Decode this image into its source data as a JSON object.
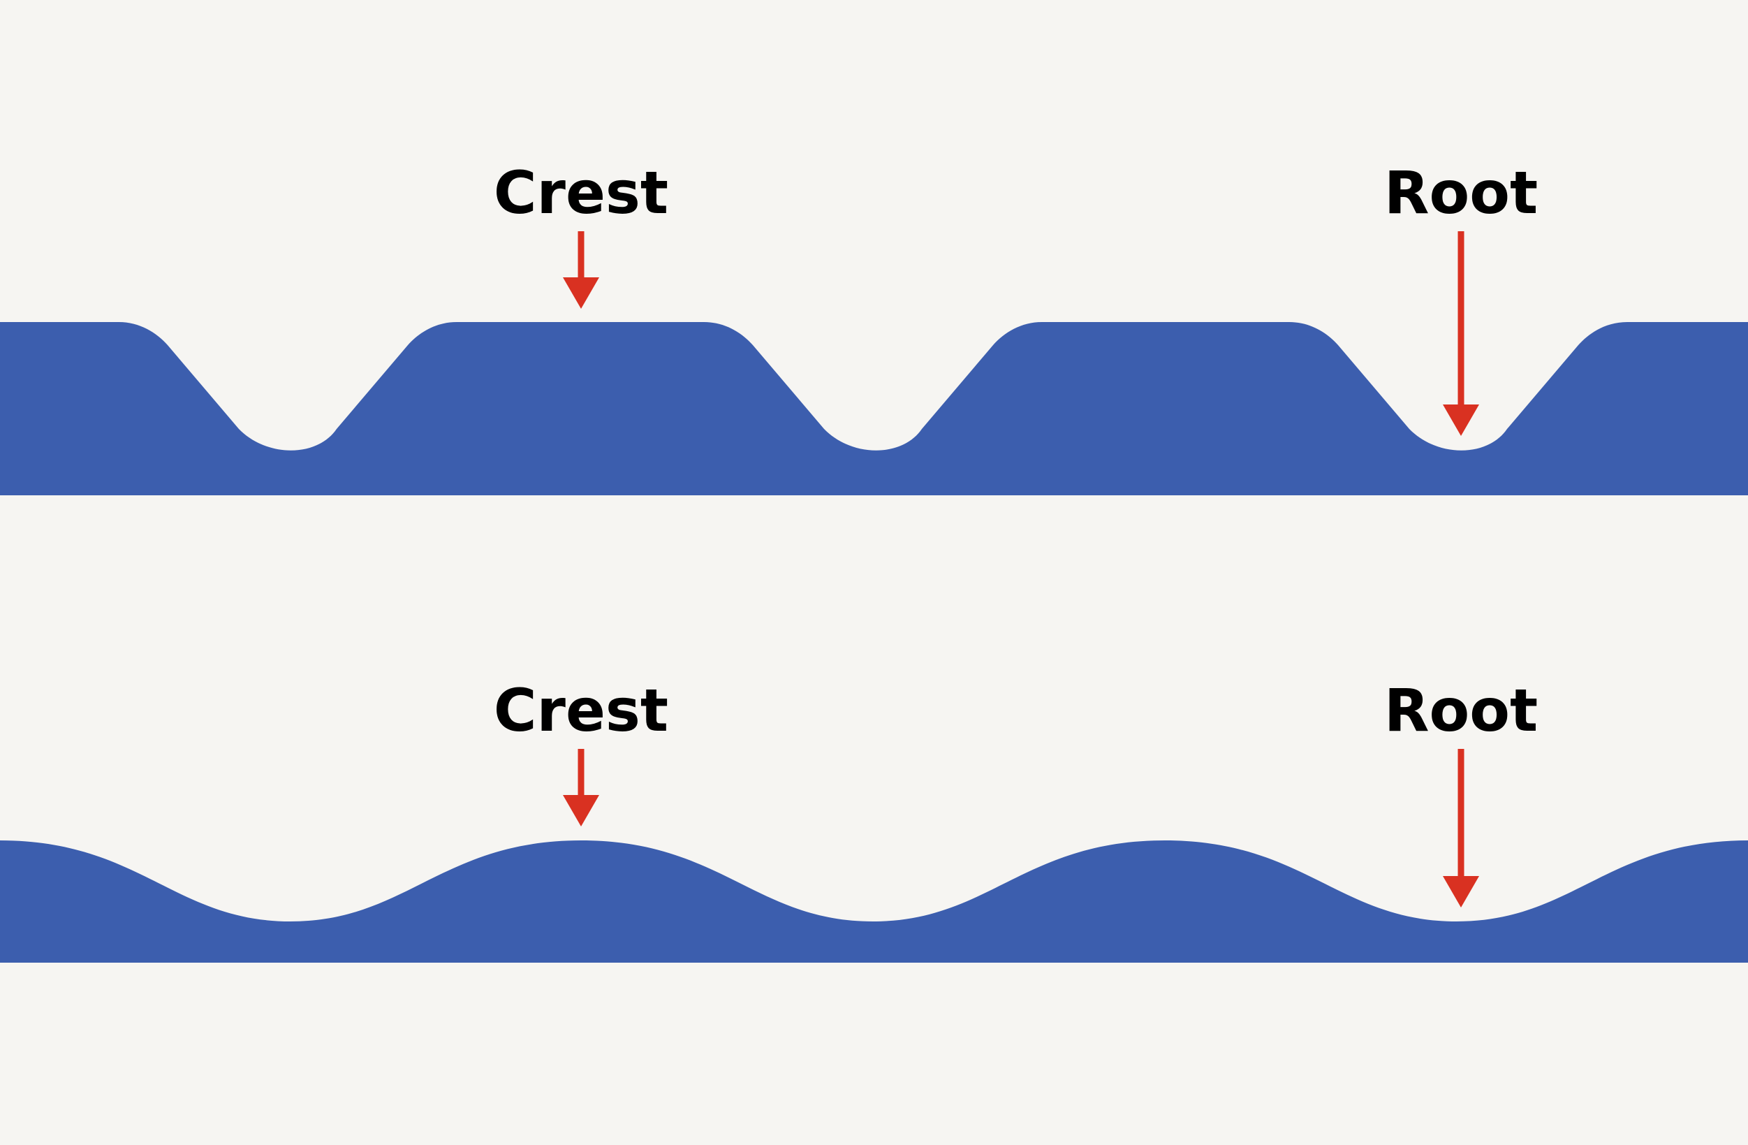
{
  "colors": {
    "background": "#f6f5f2",
    "profile_fill": "#3c5eae",
    "arrow": "#d93121",
    "label_text": "#000000"
  },
  "panels": [
    {
      "profile": "trapezoidal",
      "labels": {
        "crest": "Crest",
        "root": "Root"
      }
    },
    {
      "profile": "sinusoidal",
      "labels": {
        "crest": "Crest",
        "root": "Root"
      }
    }
  ]
}
